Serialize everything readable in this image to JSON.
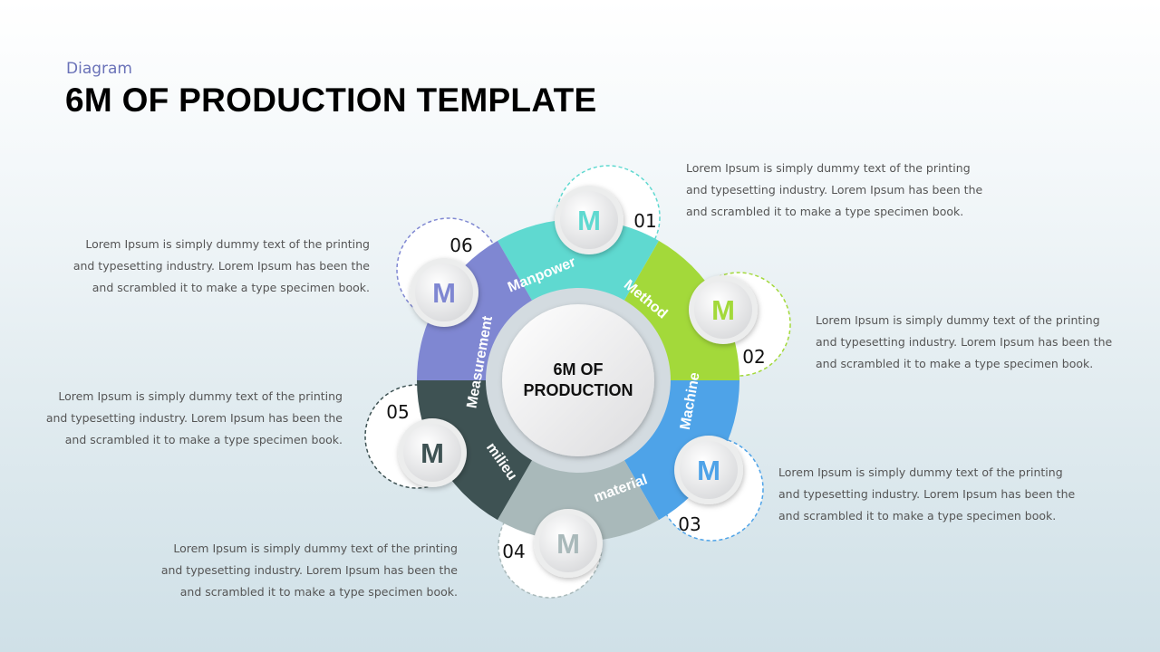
{
  "header": {
    "subtitle": "Diagram",
    "title": "6M OF PRODUCTION TEMPLATE"
  },
  "center": {
    "line1": "6M OF",
    "line2": "PRODUCTION"
  },
  "segments": [
    {
      "label": "Manpower",
      "number": "01",
      "letter": "M",
      "color": "#5fd9d0",
      "text": [
        "Lorem Ipsum is simply dummy text of the printing",
        "and typesetting industry. Lorem Ipsum has been the",
        "and scrambled  it to make a type specimen book."
      ]
    },
    {
      "label": "Method",
      "number": "02",
      "letter": "M",
      "color": "#a3d93a",
      "text": [
        "Lorem Ipsum is simply dummy text of the printing",
        "and typesetting industry. Lorem Ipsum has been the",
        "and scrambled  it to make a type specimen book."
      ]
    },
    {
      "label": "Machine",
      "number": "03",
      "letter": "M",
      "color": "#4ea3e8",
      "text": [
        "Lorem Ipsum is simply dummy text of the printing",
        "and typesetting industry. Lorem Ipsum has been the",
        "and scrambled  it to make a type specimen book."
      ]
    },
    {
      "label": "material",
      "number": "04",
      "letter": "M",
      "color": "#a9b9ba",
      "text": [
        "Lorem Ipsum is simply dummy text of the printing",
        "and typesetting industry. Lorem Ipsum has been the",
        "and scrambled  it to make a type specimen book."
      ]
    },
    {
      "label": "milieu",
      "number": "05",
      "letter": "M",
      "color": "#3e5253",
      "text": [
        "Lorem Ipsum is simply dummy text of the printing",
        "and typesetting industry. Lorem Ipsum has been the",
        "and scrambled  it to make a type specimen book."
      ]
    },
    {
      "label": "Measurement",
      "number": "06",
      "letter": "M",
      "color": "#7f87d2",
      "text": [
        "Lorem Ipsum is simply dummy text of the printing",
        "and typesetting industry. Lorem Ipsum has been the",
        "and scrambled  it to make a type specimen book."
      ]
    }
  ]
}
